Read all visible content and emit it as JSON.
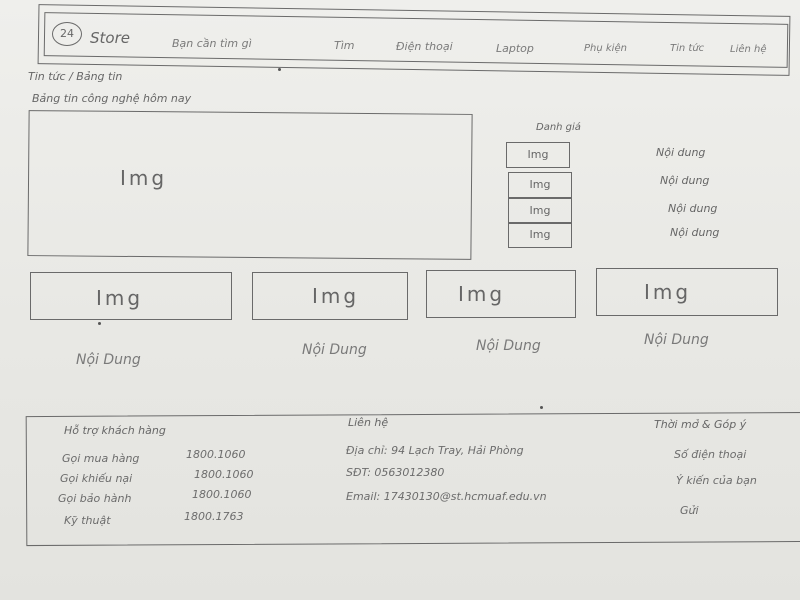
{
  "header": {
    "logo_badge": "24",
    "logo_text": "Store",
    "nav": [
      "Bạn cần tìm gì",
      "Tìm",
      "Điện thoại",
      "Laptop",
      "Phụ kiện",
      "Tin tức",
      "Liên hệ"
    ]
  },
  "breadcrumb": "Tin tức / Bảng tin",
  "page_title": "Bảng tin công nghệ hôm nay",
  "hero": {
    "label": "Img"
  },
  "sidebar": {
    "title": "Danh giá",
    "items": [
      {
        "img": "Img",
        "text": "Nội dung"
      },
      {
        "img": "Img",
        "text": "Nội dung"
      },
      {
        "img": "Img",
        "text": "Nội dung"
      },
      {
        "img": "Img",
        "text": "Nội dung"
      }
    ]
  },
  "cards": [
    {
      "img": "Img",
      "text": "Nội Dung"
    },
    {
      "img": "Img",
      "text": "Nội Dung"
    },
    {
      "img": "Img",
      "text": "Nội Dung"
    },
    {
      "img": "Img",
      "text": "Nội Dung"
    }
  ],
  "footer": {
    "support": {
      "title": "Hỗ trợ khách hàng",
      "rows": [
        {
          "label": "Gọi mua hàng",
          "phone": "1800.1060"
        },
        {
          "label": "Gọi khiếu nại",
          "phone": "1800.1060"
        },
        {
          "label": "Gọi bảo hành",
          "phone": "1800.1060"
        },
        {
          "label": "Kỹ thuật",
          "phone": "1800.1763"
        }
      ]
    },
    "contact": {
      "title": "Liên hệ",
      "rows": [
        "Địa chỉ: 94 Lạch Tray, Hải Phòng",
        "SĐT: 0563012380",
        "Email: 17430130@st.hcmuaf.edu.vn"
      ]
    },
    "more": {
      "title": "Thời mở & Góp ý",
      "rows": [
        "Số điện thoại",
        "Ý kiến của bạn",
        "Gửi"
      ]
    }
  }
}
